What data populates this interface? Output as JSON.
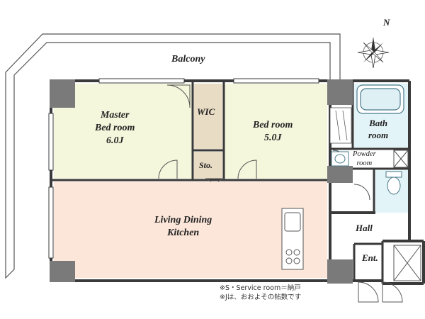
{
  "compass": {
    "north_label": "N"
  },
  "rooms": {
    "balcony": "Balcony",
    "master_bedroom": {
      "line1": "Master",
      "line2": "Bed room",
      "size": "6.0J"
    },
    "wic": "WIC",
    "storage": "Sto.",
    "bedroom": {
      "line1": "Bed room",
      "size": "5.0J"
    },
    "bath": {
      "line1": "Bath",
      "line2": "room"
    },
    "powder": {
      "line1": "Powder",
      "line2": "room"
    },
    "ldk": {
      "line1": "Living Dining",
      "line2": "Kitchen"
    },
    "hall": "Hall",
    "entrance": "Ent."
  },
  "notes": [
    "※S・Service room＝納戸",
    "※Jは、おおよその帖数です"
  ],
  "colors": {
    "bedroom_fill": "#f5f7dc",
    "ldk_fill": "#fbe6d9",
    "wic_fill": "#e8dcc4",
    "wet_fill": "#e3f4f8",
    "column_fill": "#7a7a7a",
    "wall": "#3a3a3a"
  }
}
